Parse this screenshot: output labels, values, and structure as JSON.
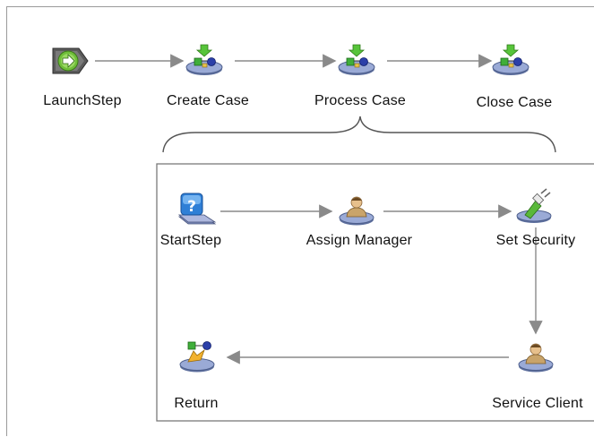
{
  "diagram": {
    "top_steps": [
      {
        "label": "LaunchStep",
        "icon": "launch-step-icon"
      },
      {
        "label": "Create Case",
        "icon": "sub-map-icon"
      },
      {
        "label": "Process Case",
        "icon": "sub-map-icon"
      },
      {
        "label": "Close Case",
        "icon": "sub-map-icon"
      }
    ],
    "sub_steps": [
      {
        "label": "StartStep",
        "icon": "start-step-question-icon"
      },
      {
        "label": "Assign Manager",
        "icon": "participant-step-icon"
      },
      {
        "label": "Set Security",
        "icon": "component-step-plug-icon"
      },
      {
        "label": "Service Client",
        "icon": "participant-step-icon"
      },
      {
        "label": "Return",
        "icon": "return-step-icon"
      }
    ],
    "colors": {
      "connector": "#8a8a8a",
      "container_border": "#7a7a7a",
      "brace": "#555555",
      "launch_green": "#6fbf3a",
      "platform_blue": "#7f95c8",
      "question_blue": "#2f7fd6"
    }
  }
}
